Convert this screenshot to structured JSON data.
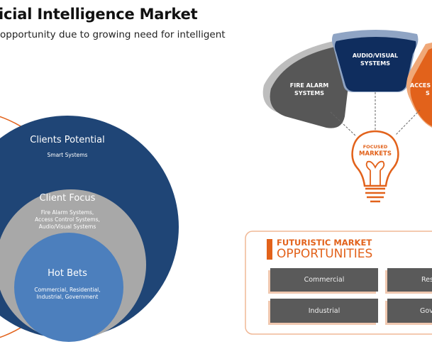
{
  "header": {
    "title": "icial Intelligence Market",
    "subtitle": "opportunity due to growing need for intelligent"
  },
  "circles": {
    "outer": {
      "title": "Clients Potential",
      "detail": "Smart Systems"
    },
    "middle": {
      "title": "Client Focus",
      "detail": [
        "Fire Alarm Systems,",
        "Access Control Systems,",
        "Audio/Visual Systems"
      ]
    },
    "inner": {
      "title": "Hot Bets",
      "detail": [
        "Commercial, Residential,",
        "Industrial, Government"
      ]
    }
  },
  "focused": {
    "segments": [
      {
        "label1": "FIRE ALARM",
        "label2": "SYSTEMS"
      },
      {
        "label1": "AUDIO/VISUAL",
        "label2": "SYSTEMS"
      },
      {
        "label1": "ACCES",
        "label2": "S"
      }
    ],
    "bulb_line1": "FOCUSED",
    "bulb_line2": "MARKETS"
  },
  "opportunities": {
    "heading1": "FUTURISTIC MARKET",
    "heading2": "OPPORTUNITIES",
    "items": [
      "Commercial",
      "Res",
      "Industrial",
      "Gov"
    ]
  },
  "colors": {
    "navy": "#1f4576",
    "gray": "#a8a8a8",
    "blue": "#4c7fbd",
    "orange": "#e2621b",
    "dark": "#5a5a5a"
  }
}
